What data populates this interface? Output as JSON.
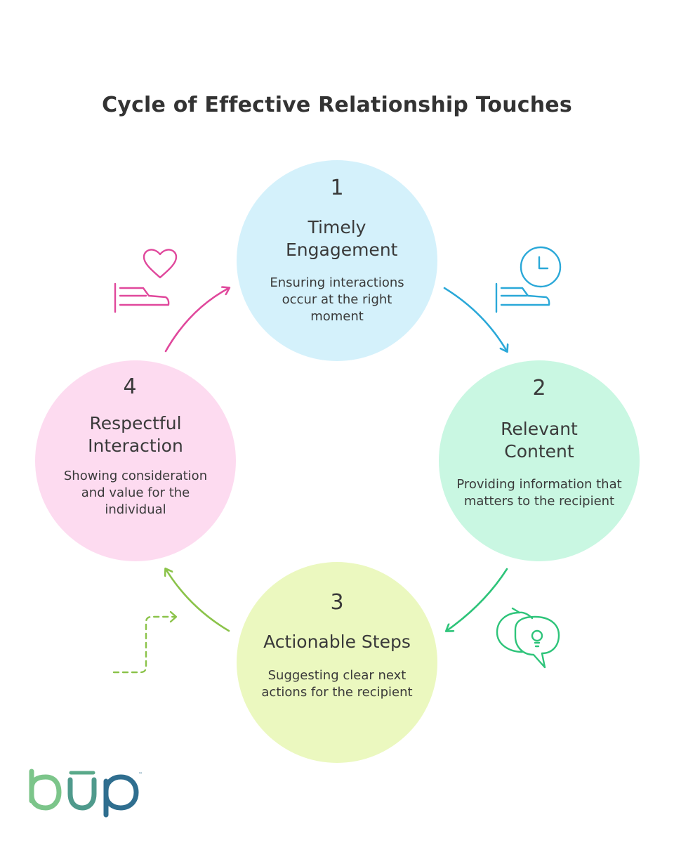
{
  "title": "Cycle of Effective Relationship Touches",
  "steps": [
    {
      "number": "1",
      "heading": "Timely Engagement",
      "description": "Ensuring interactions occur at the right moment",
      "color": "#d4f1fb",
      "icon": "hand-clock-icon",
      "icon_color": "#2aa8d8"
    },
    {
      "number": "2",
      "heading": "Relevant Content",
      "description": "Providing information that matters to the recipient",
      "color": "#c9f7e2",
      "icon": "chat-lightbulb-icon",
      "icon_color": "#2ec47a"
    },
    {
      "number": "3",
      "heading": "Actionable Steps",
      "description": "Suggesting clear next actions for the recipient",
      "color": "#ebf8bf",
      "icon": "dashed-step-arrow-icon",
      "icon_color": "#8bc34a"
    },
    {
      "number": "4",
      "heading": "Respectful Interaction",
      "description": "Showing consideration and value for the individual",
      "color": "#fddbf0",
      "icon": "hand-heart-icon",
      "icon_color": "#e0489c"
    }
  ],
  "arrow_colors": {
    "one_to_two": "#2aa8d8",
    "two_to_three": "#2ec47a",
    "three_to_four": "#8bc34a",
    "four_to_one": "#e0489c"
  },
  "logo": {
    "text": "būp",
    "icon": "bup-logo",
    "colors": [
      "#7cc58a",
      "#2f6e8f"
    ]
  }
}
